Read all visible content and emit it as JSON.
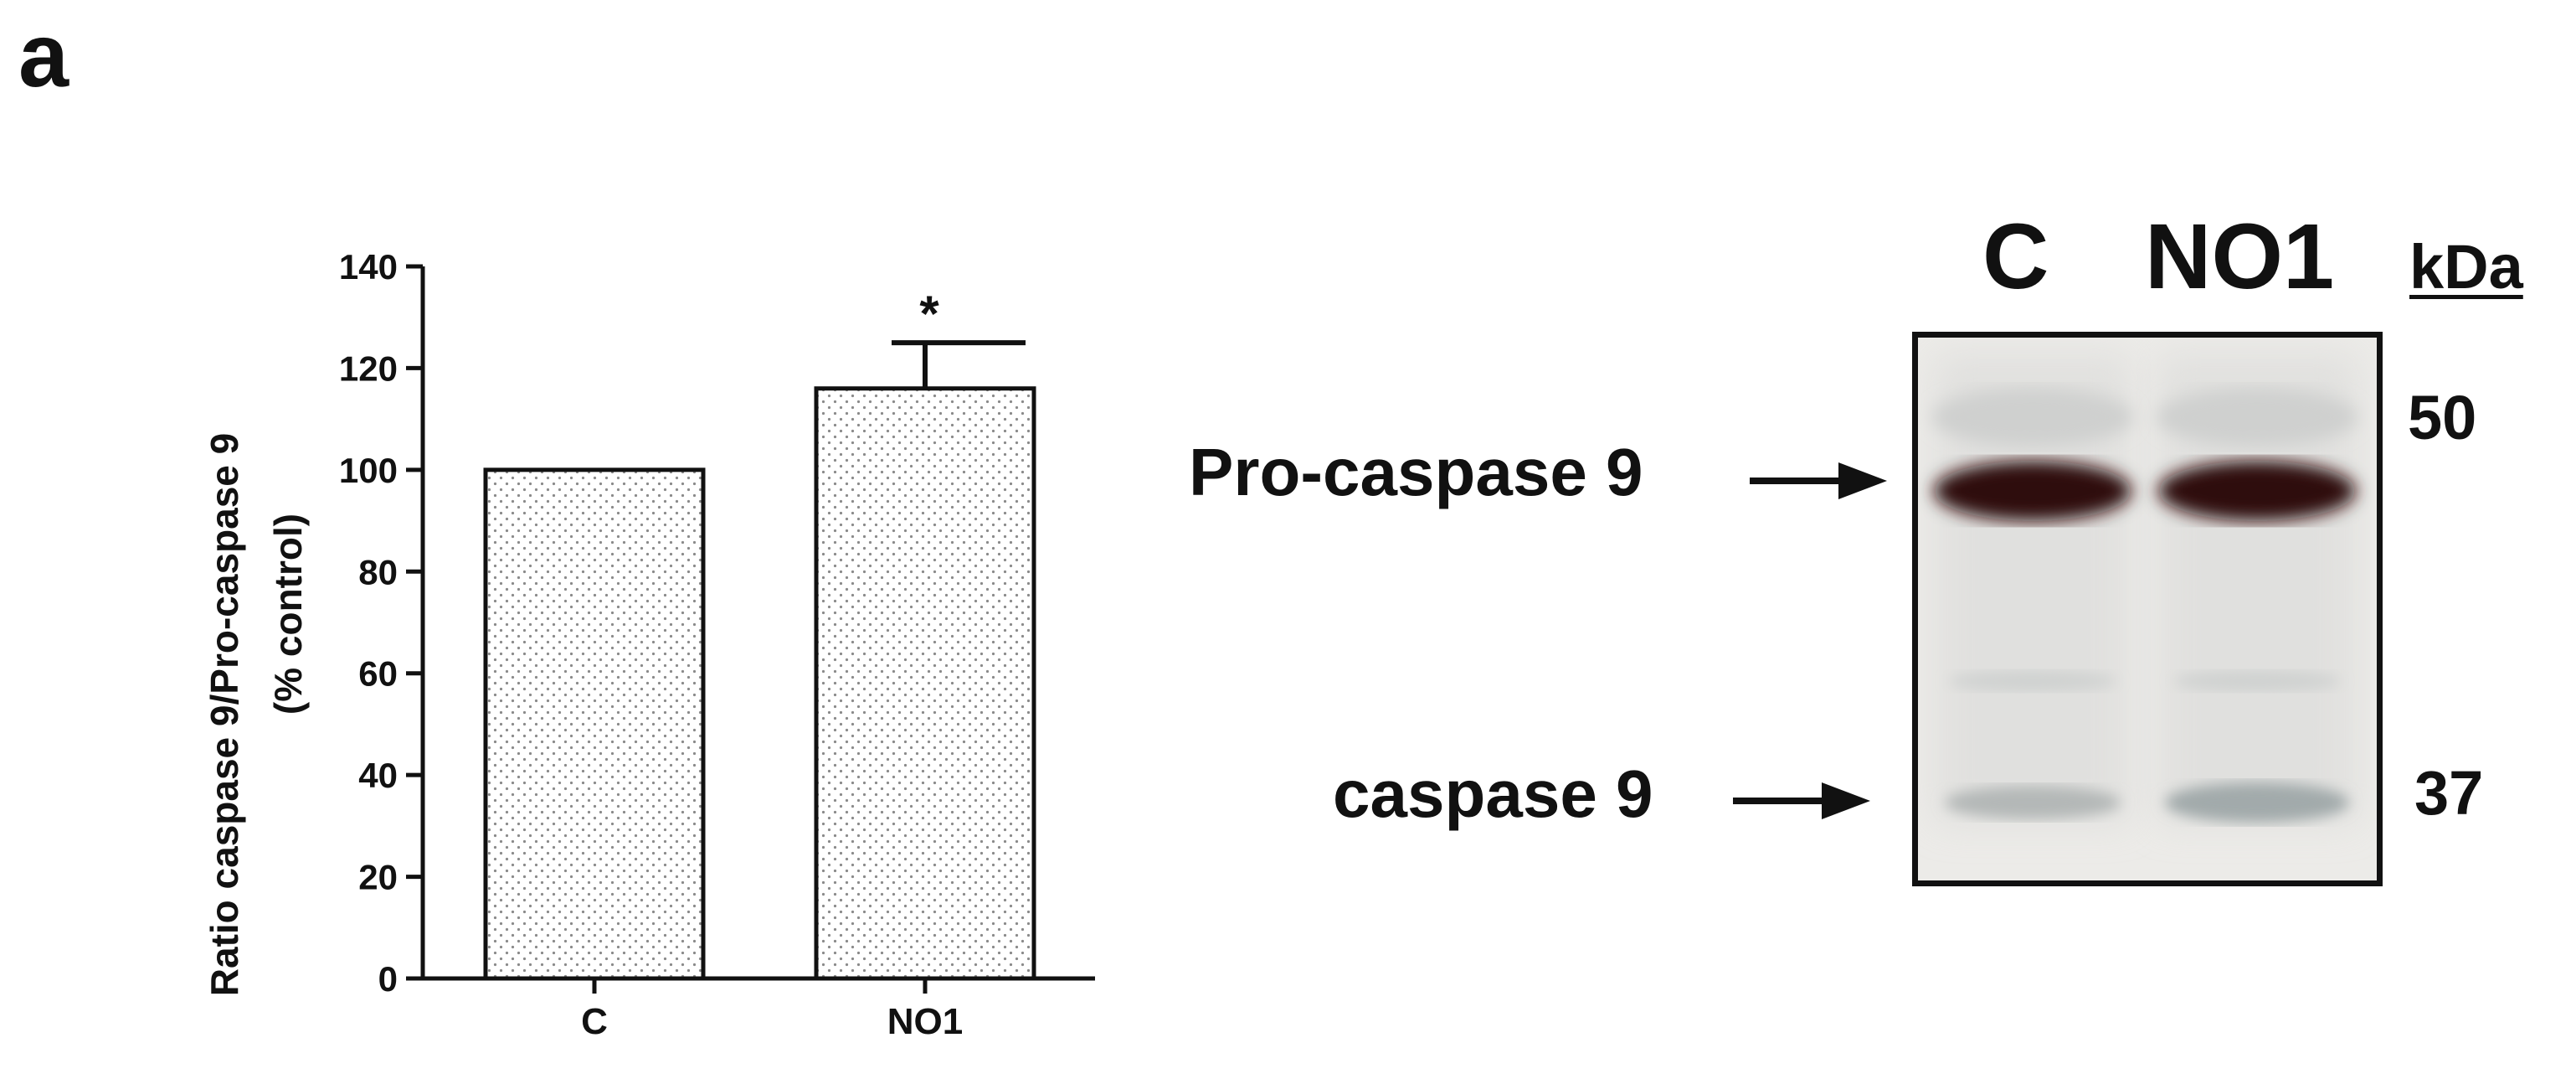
{
  "panel_label": "a",
  "chart_data": {
    "type": "bar",
    "categories": [
      "C",
      "NO1"
    ],
    "values": [
      100,
      116
    ],
    "errors": [
      0,
      9
    ],
    "significance": [
      "",
      "*"
    ],
    "ylabel_line1": "Ratio caspase 9/Pro-caspase 9",
    "ylabel_line2": "(% control)",
    "xlabel": "",
    "ylim": [
      0,
      140
    ],
    "yticks": [
      0,
      20,
      40,
      60,
      80,
      100,
      120,
      140
    ],
    "bar_fill": "dotted light gray",
    "grid": false,
    "legend": "none"
  },
  "blot": {
    "lanes": [
      "C",
      "NO1"
    ],
    "unit_label": "kDa",
    "markers": [
      "50",
      "37"
    ],
    "bands": [
      {
        "label": "Pro-caspase 9",
        "intensity": "strong",
        "color": "#3a1414"
      },
      {
        "label": "caspase 9",
        "intensity": "faint",
        "color": "#aeb3b3"
      }
    ],
    "background_color": "#ecebe8"
  }
}
